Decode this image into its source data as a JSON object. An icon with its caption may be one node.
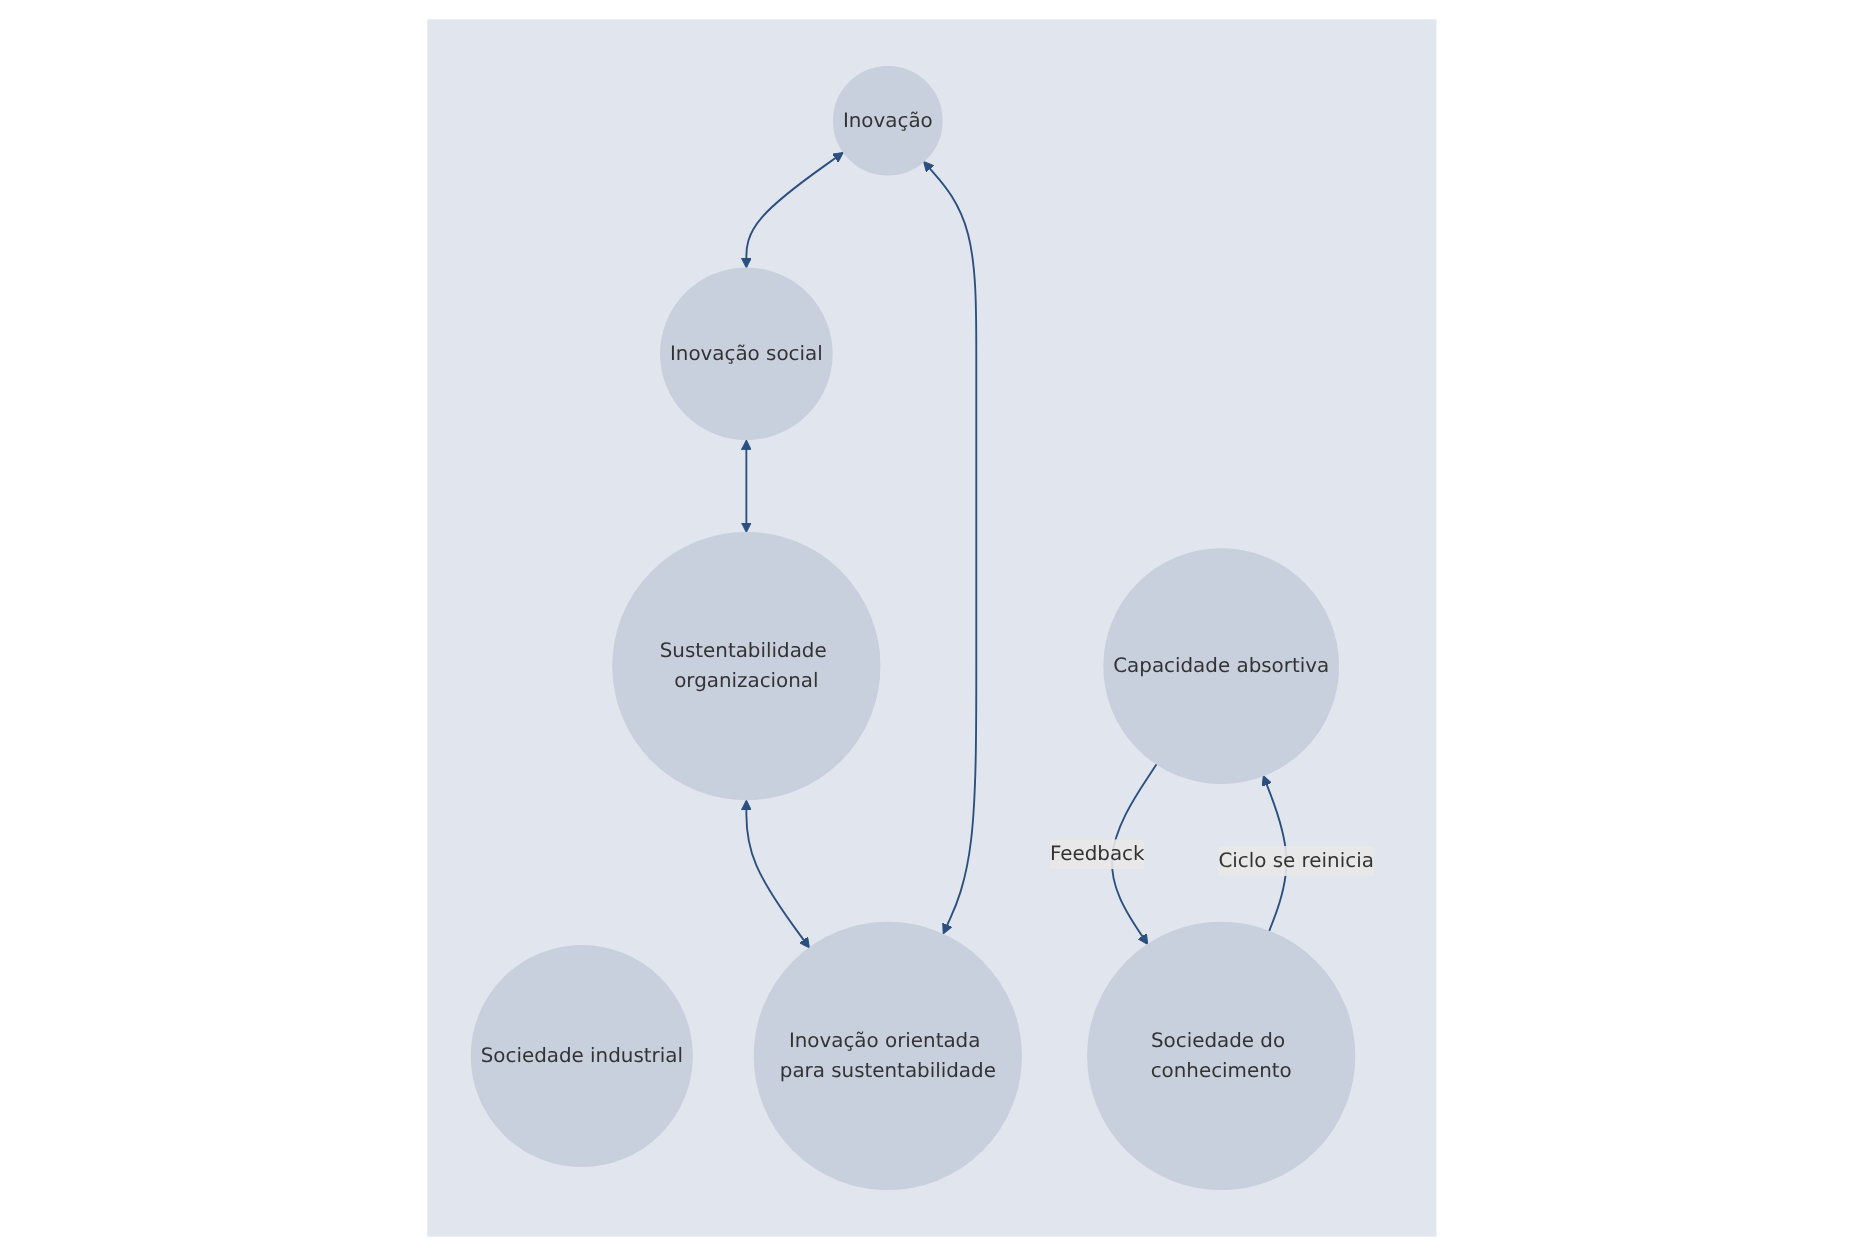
{
  "diagram": {
    "nodes": [
      {
        "text": [],
        "shape": "arrow"
      },
      {
        "text": [
          "Sociedade industrial"
        ],
        "in": 0
      },
      {
        "text": [
          "Sociedade do conhecimento"
        ],
        "in": 0
      },
      {
        "text": [
          "Inovação"
        ],
        "in": 0
      },
      {
        "text": [
          "Inovação social"
        ],
        "in": 0
      },
      {
        "text": [
          "Sustentabilidade organizacional"
        ],
        "in": 0
      },
      {
        "text": [
          "Inovação orientada para sustentabilidade"
        ],
        "in": 0
      },
      {
        "text": [
          "Capacidade absortiva"
        ],
        "in": 0
      }
    ],
    "edges": [
      {
        "from": 3,
        "to": 4,
        "arrow": "both"
      },
      {
        "from": 4,
        "to": 5,
        "arrow": "both"
      },
      {
        "from": 5,
        "to": 6,
        "arrow": "both"
      },
      {
        "from": 6,
        "to": 3,
        "arrow": "both"
      },
      {
        "from": 7,
        "to": 2,
        "arrow": "to",
        "label": "Feedback"
      },
      {
        "from": 2,
        "to": 7,
        "arrow": "to",
        "label": "Ciclo se reinicia"
      }
    ]
  }
}
